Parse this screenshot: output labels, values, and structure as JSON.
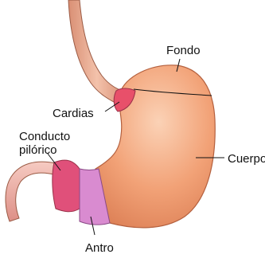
{
  "diagram": {
    "labels": {
      "fondo": "Fondo",
      "cardias": "Cardias",
      "cuerpo": "Cuerpo",
      "conducto_line1": "Conducto",
      "conducto_line2": "pilórico",
      "antro": "Antro"
    },
    "colors": {
      "stomach_body": "#f2a277",
      "stomach_highlight": "#fbd2b6",
      "cardia_region": "#e8506a",
      "pyloric_canal": "#e0507a",
      "antrum_region": "#d98bd0",
      "esophagus": "#e9a98e",
      "duodenum": "#f0b1a6",
      "outline": "#7a3a2a"
    }
  }
}
